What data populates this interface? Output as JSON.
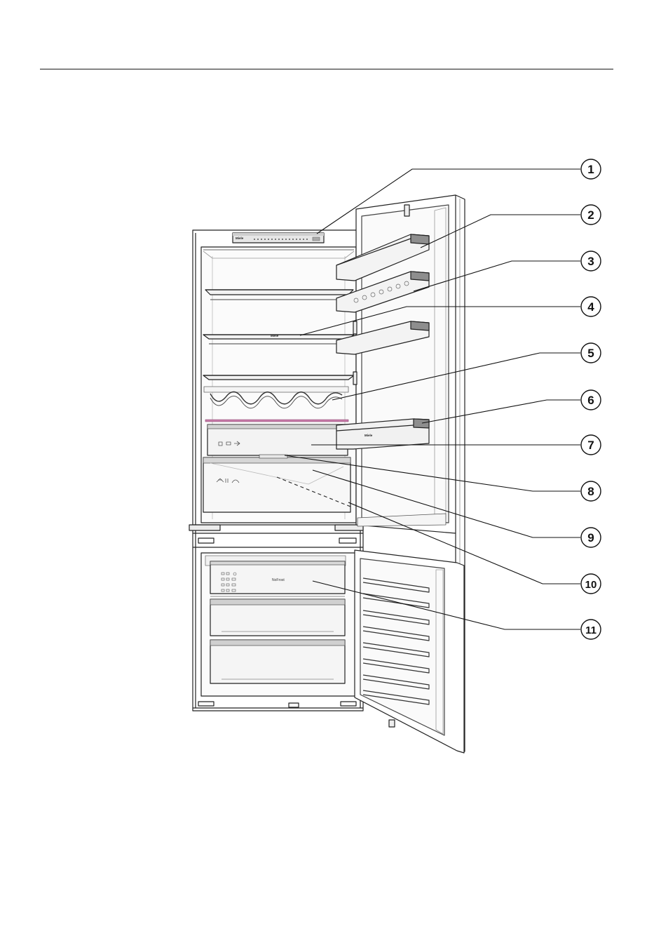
{
  "callouts": [
    {
      "number": "1"
    },
    {
      "number": "2"
    },
    {
      "number": "3"
    },
    {
      "number": "4"
    },
    {
      "number": "5"
    },
    {
      "number": "6"
    },
    {
      "number": "7"
    },
    {
      "number": "8"
    },
    {
      "number": "9"
    },
    {
      "number": "10"
    },
    {
      "number": "11"
    }
  ],
  "labels": {
    "brand_control": "Miele",
    "brand_shelf": "Miele",
    "brand_door_shelf": "Miele",
    "nofrost": "NoFrost"
  }
}
